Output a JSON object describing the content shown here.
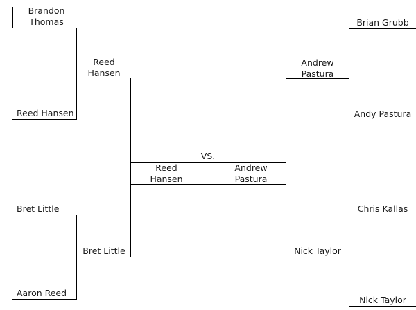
{
  "bracket": {
    "title": "VS.",
    "rounds": {
      "left_quarterfinals": [
        {
          "name": "Brandon Thomas",
          "line1": "Brandon",
          "line2": "Thomas"
        },
        {
          "name": "Reed Hansen",
          "line1": "Reed Hansen",
          "line2": ""
        },
        {
          "name": "Bret Little",
          "line1": "Bret Little",
          "line2": ""
        },
        {
          "name": "Aaron Reed",
          "line1": "Aaron Reed",
          "line2": ""
        }
      ],
      "left_semifinals": [
        {
          "name": "Reed Hansen",
          "line1": "Reed",
          "line2": "Hansen"
        },
        {
          "name": "Bret Little",
          "line1": "Bret Little",
          "line2": ""
        }
      ],
      "right_quarterfinals": [
        {
          "name": "Brian Grubb",
          "line1": "Brian Grubb",
          "line2": ""
        },
        {
          "name": "Andy Pastura",
          "line1": "Andy Pastura",
          "line2": ""
        },
        {
          "name": "Chris Kallas",
          "line1": "Chris Kallas",
          "line2": ""
        },
        {
          "name": "Nick Taylor",
          "line1": "Nick Taylor",
          "line2": ""
        }
      ],
      "right_semifinals": [
        {
          "name": "Andrew Pastura",
          "line1": "Andrew",
          "line2": "Pastura"
        },
        {
          "name": "Nick Taylor",
          "line1": "Nick Taylor",
          "line2": ""
        }
      ],
      "final": {
        "vs_label": "VS.",
        "left_competitor": {
          "name": "Reed Hansen",
          "line1": "Reed",
          "line2": "Hansen"
        },
        "right_competitor": {
          "name": "Andrew Pastura",
          "line1": "Andrew",
          "line2": "Pastura"
        }
      }
    },
    "colors": {
      "line": "#000000",
      "thin_line": "#7a7a7a",
      "text": "#1a1a1a",
      "background": "#ffffff"
    }
  }
}
